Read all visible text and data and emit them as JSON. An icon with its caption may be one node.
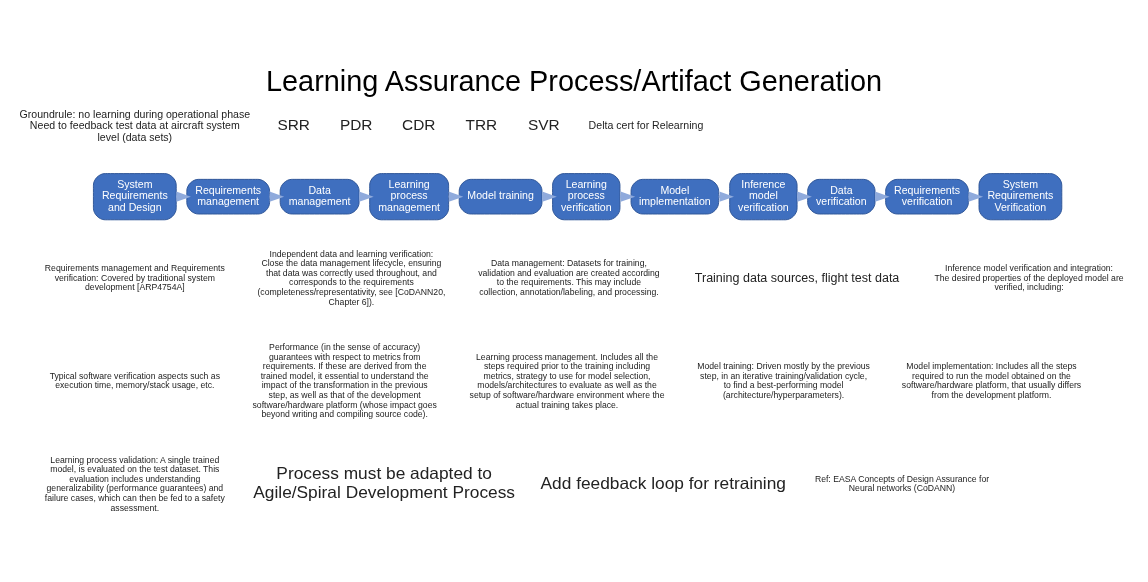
{
  "diagram": {
    "title": "Learning Assurance Process/Artifact Generation",
    "nodes": [
      {
        "text": [
          "System Requirements and Design"
        ]
      },
      {
        "text": [
          "Requirements management"
        ]
      },
      {
        "text": [
          "Data management"
        ]
      },
      {
        "text": [
          "Learning process management"
        ]
      },
      {
        "text": [
          "Model training"
        ]
      },
      {
        "text": [
          "Learning process verification"
        ]
      },
      {
        "text": [
          "Model implementation"
        ]
      },
      {
        "text": [
          "Inference model verification"
        ]
      },
      {
        "text": [
          "Data verification"
        ]
      },
      {
        "text": [
          "Requirements verification"
        ]
      },
      {
        "text": [
          "System Requirements Verification"
        ]
      }
    ],
    "edges": [
      {
        "from": 0,
        "to": 1,
        "arrow": "to"
      },
      {
        "from": 1,
        "to": 2,
        "arrow": "to"
      },
      {
        "from": 2,
        "to": 3,
        "arrow": "to"
      },
      {
        "from": 3,
        "to": 4,
        "arrow": "to"
      },
      {
        "from": 4,
        "to": 5,
        "arrow": "to"
      },
      {
        "from": 5,
        "to": 6,
        "arrow": "to"
      },
      {
        "from": 6,
        "to": 7,
        "arrow": "to"
      },
      {
        "from": 7,
        "to": 8,
        "arrow": "to"
      },
      {
        "from": 8,
        "to": 9,
        "arrow": "to"
      },
      {
        "from": 9,
        "to": 10,
        "arrow": "to"
      }
    ],
    "labels": [
      "Groundrule: no learning during operational phase Need to feedback test data at aircraft system level (data sets)",
      "SRR",
      "PDR",
      "CDR",
      "TRR",
      "SVR",
      "Delta cert for Relearning",
      "Requirements management and Requirements verification: Covered by traditional system development [ARP4754A]",
      "Independent data and learning verification: Close the data management lifecycle, ensuring that data was correctly used throughout, and corresponds to the requirements (completeness/representativity, see [CoDANN20, Chapter 6]).",
      "Data management: Datasets for training, validation and evaluation are created according to the requirements. This may include collection, annotation/labeling, and processing.",
      "Training data sources, flight test data",
      "Inference model verification and integration: The desired properties of the deployed model are verified, including:",
      "Typical software verification aspects such as execution time, memory/stack usage, etc.",
      "Performance (in the sense of accuracy) guarantees with respect to metrics from requirements. If these are derived from the trained model, it essential to understand the impact of the transformation in the previous step, as well as that of the development software/hardware platform (whose impact goes beyond writing and compiling source code).",
      "Learning process management. Includes all the steps required prior to the training including metrics, strategy to use for model selection, models/architectures to evaluate as well as the setup of software/hardware environment where the actual training takes place.",
      "Model training: Driven mostly by the previous step, in an iterative training/validation cycle, to find a best-performing model (architecture/hyperparameters).",
      "Model implementation: Includes all the steps required to run the model obtained on the software/hardware platform, that usually differs from the development platform.",
      "Learning process validation: A single trained model, is evaluated on the test dataset. This evaluation includes understanding generalizability (performance guarantees) and failure cases, which can then be fed to a safety assessment.",
      "Process must be adapted to Agile/Spiral Development Process",
      "Add feedback loop for retraining",
      "Ref: EASA Concepts of Design Assurance for Neural networks (CoDANN)"
    ]
  }
}
